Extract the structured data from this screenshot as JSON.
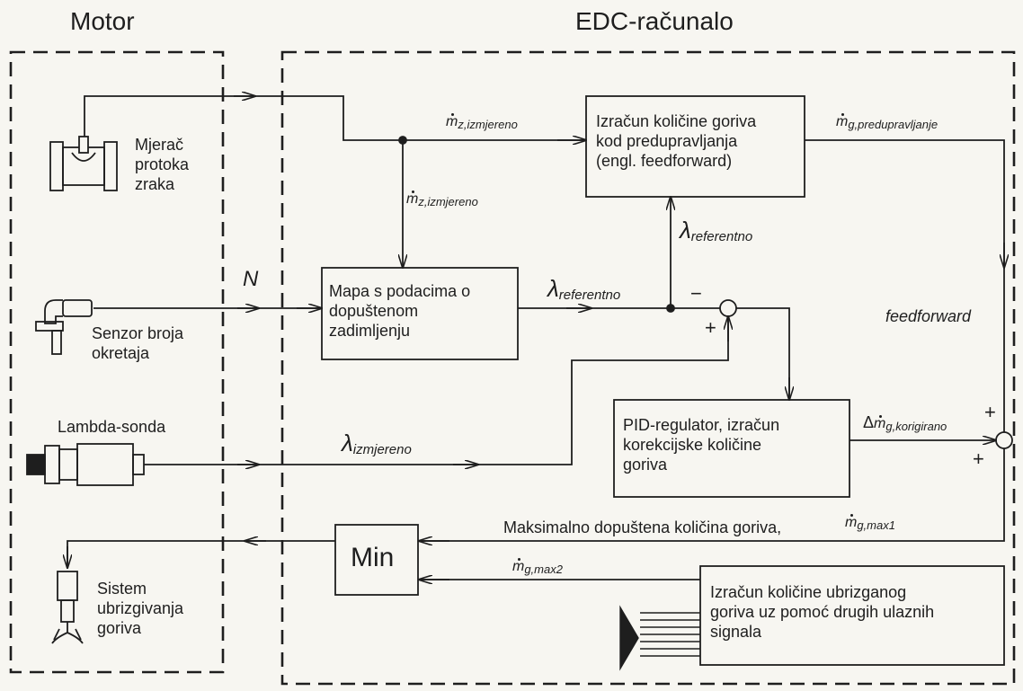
{
  "titles": {
    "motor": "Motor",
    "edc": "EDC-računalo"
  },
  "components": {
    "air_flow": [
      "Mjerač",
      "protoka",
      "zraka"
    ],
    "rpm_sensor": [
      "Senzor broja",
      "okretaja"
    ],
    "lambda": "Lambda-sonda",
    "injection": [
      "Sistem",
      "ubrizgivanja",
      "goriva"
    ]
  },
  "boxes": {
    "feedforward": [
      "Izračun količine goriva",
      "kod predupravljanja",
      "(engl. feedforward)"
    ],
    "smoke_map": [
      "Mapa s podacima o",
      "dopuštenom",
      "zadimljenju"
    ],
    "pid": [
      "PID-regulator, izračun",
      "korekcijske količine",
      "goriva"
    ],
    "min": "Min",
    "other_inputs": [
      "Izračun količine ubrizganog",
      "goriva uz pomoć drugih ulaznih",
      "signala"
    ]
  },
  "signals": {
    "mz_top": {
      "sym": "m",
      "sub": "z,izmjereno"
    },
    "mz_down": {
      "sym": "m",
      "sub": "z,izmjereno"
    },
    "mg_pred": {
      "sym": "m",
      "sub": "g,predupravljanje"
    },
    "lam_ref_up": {
      "sym": "λ",
      "sub": "referentno"
    },
    "lam_ref_right": {
      "sym": "λ",
      "sub": "referentno"
    },
    "lam_meas": {
      "sym": "λ",
      "sub": "izmjereno"
    },
    "n": "N",
    "feedforward": "feedforward",
    "delta_mg": {
      "pre": "Δ",
      "sym": "m",
      "sub": "g,korigirano"
    },
    "max1_text": "Maksimalno dopuštena količina goriva,",
    "max1": {
      "sym": "m",
      "sub": "g,max1"
    },
    "max2": {
      "sym": "m",
      "sub": "g,max2"
    }
  },
  "signs": {
    "minus": "−",
    "plus1": "+",
    "plus2": "+",
    "plus3": "+"
  },
  "colors": {
    "ink": "#1e1e1e",
    "background": "#f7f6f1"
  }
}
